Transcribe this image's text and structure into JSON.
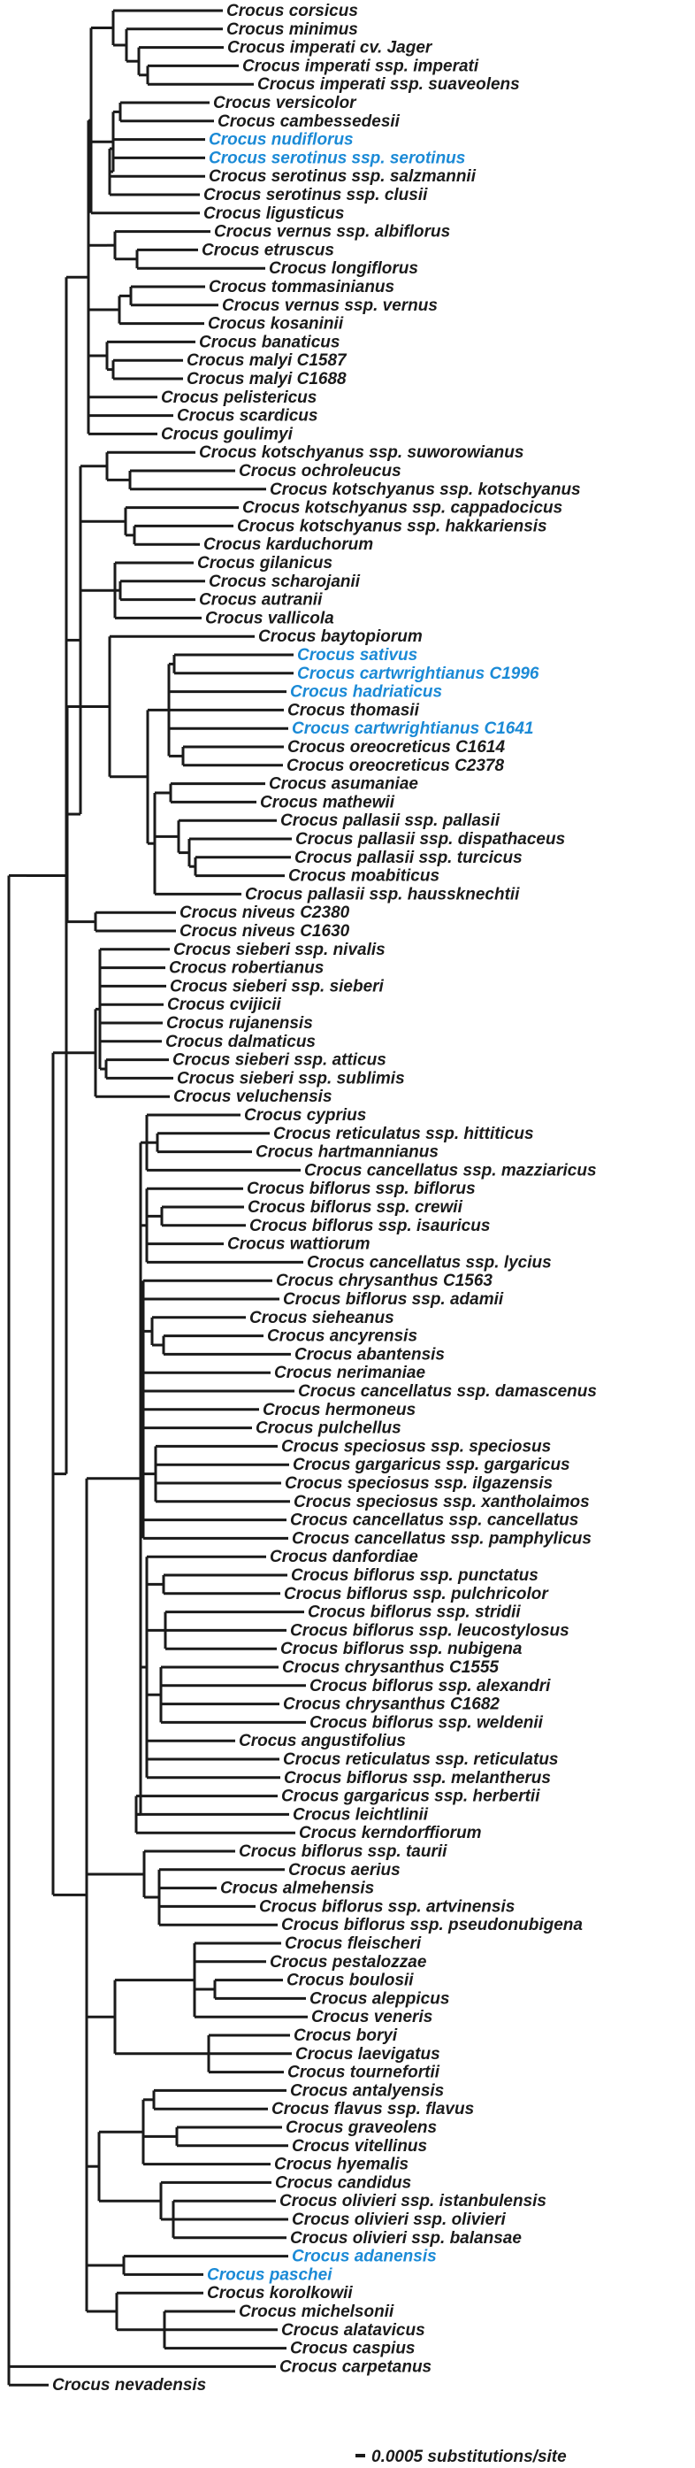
{
  "taxa": [
    {
      "label": "Crocus corsicus"
    },
    {
      "label": "Crocus minimus"
    },
    {
      "label": "Crocus imperati cv. Jager"
    },
    {
      "label": "Crocus imperati ssp. imperati"
    },
    {
      "label": "Crocus imperati ssp. suaveolens"
    },
    {
      "label": "Crocus versicolor"
    },
    {
      "label": "Crocus cambessedesii"
    },
    {
      "label": "Crocus nudiflorus",
      "highlight": true
    },
    {
      "label": "Crocus serotinus ssp. serotinus",
      "highlight": true
    },
    {
      "label": "Crocus serotinus ssp. salzmannii"
    },
    {
      "label": "Crocus serotinus ssp. clusii"
    },
    {
      "label": "Crocus ligusticus"
    },
    {
      "label": "Crocus vernus ssp. albiflorus"
    },
    {
      "label": "Crocus etruscus"
    },
    {
      "label": "Crocus longiflorus"
    },
    {
      "label": "Crocus tommasinianus"
    },
    {
      "label": "Crocus vernus ssp. vernus"
    },
    {
      "label": "Crocus kosaninii"
    },
    {
      "label": "Crocus banaticus"
    },
    {
      "label": "Crocus malyi C1587"
    },
    {
      "label": "Crocus malyi C1688"
    },
    {
      "label": "Crocus pelistericus"
    },
    {
      "label": "Crocus scardicus"
    },
    {
      "label": "Crocus goulimyi"
    },
    {
      "label": "Crocus kotschyanus ssp. suworowianus"
    },
    {
      "label": "Crocus ochroleucus"
    },
    {
      "label": "Crocus kotschyanus ssp. kotschyanus"
    },
    {
      "label": "Crocus kotschyanus ssp. cappadocicus"
    },
    {
      "label": "Crocus kotschyanus ssp. hakkariensis"
    },
    {
      "label": "Crocus karduchorum"
    },
    {
      "label": "Crocus gilanicus"
    },
    {
      "label": "Crocus scharojanii"
    },
    {
      "label": "Crocus autranii"
    },
    {
      "label": "Crocus vallicola"
    },
    {
      "label": "Crocus baytopiorum"
    },
    {
      "label": "Crocus sativus",
      "highlight": true
    },
    {
      "label": "Crocus cartwrightianus C1996",
      "highlight": true
    },
    {
      "label": "Crocus hadriaticus",
      "highlight": true
    },
    {
      "label": "Crocus thomasii"
    },
    {
      "label": "Crocus cartwrightianus C1641",
      "highlight": true
    },
    {
      "label": "Crocus oreocreticus C1614"
    },
    {
      "label": "Crocus oreocreticus C2378"
    },
    {
      "label": "Crocus asumaniae"
    },
    {
      "label": "Crocus mathewii"
    },
    {
      "label": "Crocus pallasii ssp. pallasii"
    },
    {
      "label": "Crocus pallasii ssp. dispathaceus"
    },
    {
      "label": "Crocus pallasii ssp. turcicus"
    },
    {
      "label": "Crocus moabiticus"
    },
    {
      "label": "Crocus pallasii ssp. haussknechtii"
    },
    {
      "label": "Crocus niveus C2380"
    },
    {
      "label": "Crocus niveus C1630"
    },
    {
      "label": "Crocus sieberi ssp. nivalis"
    },
    {
      "label": "Crocus robertianus"
    },
    {
      "label": "Crocus sieberi ssp. sieberi"
    },
    {
      "label": "Crocus cvijicii"
    },
    {
      "label": "Crocus rujanensis"
    },
    {
      "label": "Crocus dalmaticus"
    },
    {
      "label": "Crocus sieberi ssp. atticus"
    },
    {
      "label": "Crocus sieberi ssp. sublimis"
    },
    {
      "label": "Crocus veluchensis"
    },
    {
      "label": "Crocus cyprius"
    },
    {
      "label": "Crocus reticulatus ssp. hittiticus"
    },
    {
      "label": "Crocus hartmannianus"
    },
    {
      "label": "Crocus cancellatus ssp. mazziaricus"
    },
    {
      "label": "Crocus biflorus ssp. biflorus"
    },
    {
      "label": "Crocus biflorus ssp. crewii"
    },
    {
      "label": "Crocus biflorus ssp. isauricus"
    },
    {
      "label": "Crocus wattiorum"
    },
    {
      "label": "Crocus cancellatus ssp. lycius"
    },
    {
      "label": "Crocus chrysanthus C1563"
    },
    {
      "label": "Crocus biflorus ssp. adamii"
    },
    {
      "label": "Crocus sieheanus"
    },
    {
      "label": "Crocus ancyrensis"
    },
    {
      "label": "Crocus abantensis"
    },
    {
      "label": "Crocus nerimaniae"
    },
    {
      "label": "Crocus cancellatus ssp. damascenus"
    },
    {
      "label": "Crocus hermoneus"
    },
    {
      "label": "Crocus pulchellus"
    },
    {
      "label": "Crocus speciosus ssp. speciosus"
    },
    {
      "label": "Crocus gargaricus ssp. gargaricus"
    },
    {
      "label": "Crocus speciosus ssp. ilgazensis"
    },
    {
      "label": "Crocus speciosus ssp. xantholaimos"
    },
    {
      "label": "Crocus cancellatus ssp. cancellatus"
    },
    {
      "label": "Crocus cancellatus ssp. pamphylicus"
    },
    {
      "label": "Crocus danfordiae"
    },
    {
      "label": "Crocus biflorus ssp. punctatus"
    },
    {
      "label": "Crocus biflorus ssp. pulchricolor"
    },
    {
      "label": "Crocus biflorus ssp. stridii"
    },
    {
      "label": "Crocus biflorus ssp. leucostylosus"
    },
    {
      "label": "Crocus biflorus ssp. nubigena"
    },
    {
      "label": "Crocus chrysanthus C1555"
    },
    {
      "label": "Crocus biflorus ssp. alexandri"
    },
    {
      "label": "Crocus chrysanthus C1682"
    },
    {
      "label": "Crocus biflorus ssp. weldenii"
    },
    {
      "label": "Crocus angustifolius"
    },
    {
      "label": "Crocus reticulatus ssp. reticulatus"
    },
    {
      "label": "Crocus biflorus ssp. melantherus"
    },
    {
      "label": "Crocus gargaricus ssp. herbertii"
    },
    {
      "label": "Crocus leichtlinii"
    },
    {
      "label": "Crocus kerndorffiorum"
    },
    {
      "label": "Crocus biflorus ssp. taurii"
    },
    {
      "label": "Crocus aerius"
    },
    {
      "label": "Crocus almehensis"
    },
    {
      "label": "Crocus biflorus ssp. artvinensis"
    },
    {
      "label": "Crocus biflorus ssp. pseudonubigena"
    },
    {
      "label": "Crocus fleischeri"
    },
    {
      "label": "Crocus pestalozzae"
    },
    {
      "label": "Crocus boulosii"
    },
    {
      "label": "Crocus aleppicus"
    },
    {
      "label": "Crocus veneris"
    },
    {
      "label": "Crocus boryi"
    },
    {
      "label": "Crocus laevigatus"
    },
    {
      "label": "Crocus tournefortii"
    },
    {
      "label": "Crocus antalyensis"
    },
    {
      "label": "Crocus flavus ssp. flavus"
    },
    {
      "label": "Crocus graveolens"
    },
    {
      "label": "Crocus vitellinus"
    },
    {
      "label": "Crocus hyemalis"
    },
    {
      "label": "Crocus candidus"
    },
    {
      "label": "Crocus olivieri ssp. istanbulensis"
    },
    {
      "label": "Crocus olivieri ssp. olivieri"
    },
    {
      "label": "Crocus olivieri ssp. balansae"
    },
    {
      "label": "Crocus adanensis",
      "highlight": true
    },
    {
      "label": "Crocus paschei",
      "highlight": true
    },
    {
      "label": "Crocus korolkowii"
    },
    {
      "label": "Crocus michelsonii"
    },
    {
      "label": "Crocus alatavicus"
    },
    {
      "label": "Crocus caspius"
    },
    {
      "label": "Crocus carpetanus"
    },
    {
      "label": "Crocus nevadensis"
    }
  ],
  "scale_bar": {
    "label": "0.0005 substitutions/site"
  },
  "colors": {
    "highlight": "#1b8ad6",
    "text": "#1a1a1a",
    "branch": "#1a1a1a"
  }
}
